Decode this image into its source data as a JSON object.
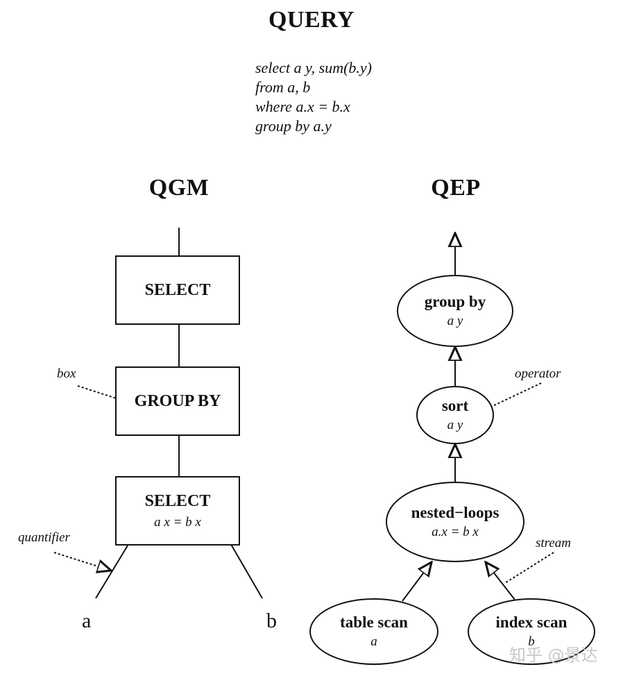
{
  "query": {
    "title": "QUERY",
    "lines": [
      "select a y, sum(b.y)",
      "from a, b",
      "where a.x = b.x",
      "group by a.y"
    ]
  },
  "qgm": {
    "title": "QGM",
    "boxes": [
      {
        "label": "SELECT",
        "sub": ""
      },
      {
        "label": "GROUP BY",
        "sub": ""
      },
      {
        "label": "SELECT",
        "sub": "a x = b x"
      }
    ],
    "leaves": [
      "a",
      "b"
    ],
    "annotations": {
      "box": "box",
      "quantifier": "quantifier"
    }
  },
  "qep": {
    "title": "QEP",
    "nodes": [
      {
        "label": "group by",
        "sub": "a y"
      },
      {
        "label": "sort",
        "sub": "a y"
      },
      {
        "label": "nested−loops",
        "sub": "a.x = b x"
      },
      {
        "label": "table scan",
        "sub": "a"
      },
      {
        "label": "index scan",
        "sub": "b"
      }
    ],
    "annotations": {
      "operator": "operator",
      "stream": "stream"
    }
  },
  "watermark": "知乎 @景达"
}
